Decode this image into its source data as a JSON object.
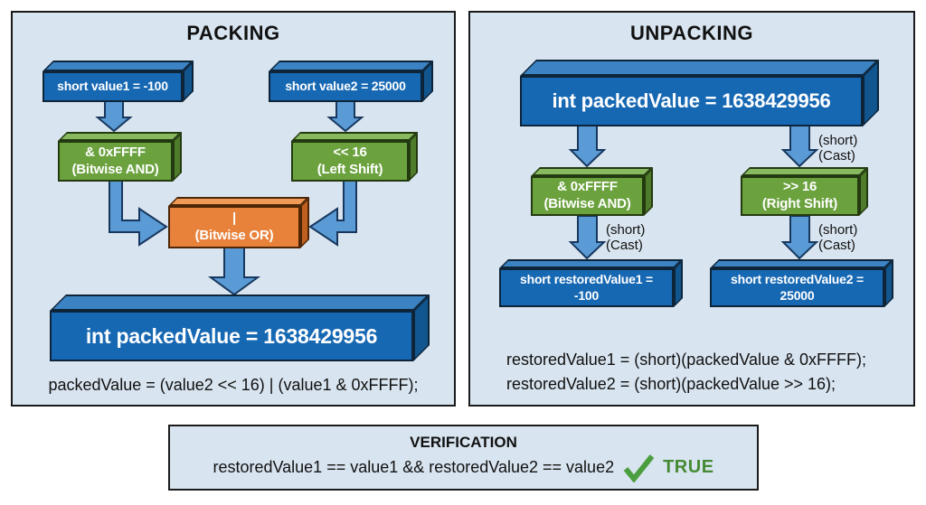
{
  "packing": {
    "title": "PACKING",
    "box_value1": "short value1 = -100",
    "box_value2": "short value2 = 25000",
    "op_and": {
      "line1": "& 0xFFFF",
      "line2": "(Bitwise AND)"
    },
    "op_shift": {
      "line1": "<< 16",
      "line2": "(Left Shift)"
    },
    "op_or": {
      "line1": "|",
      "line2": "(Bitwise OR)"
    },
    "box_packed": "int packedValue = 1638429956",
    "code": "packedValue = (value2 << 16) | (value1 & 0xFFFF);"
  },
  "unpacking": {
    "title": "UNPACKING",
    "box_packed": "int packedValue = 1638429956",
    "op_and": {
      "line1": "& 0xFFFF",
      "line2": "(Bitwise AND)"
    },
    "op_shift": {
      "line1": ">> 16",
      "line2": "(Right Shift)"
    },
    "cast": {
      "line1": "(short)",
      "line2": "(Cast)"
    },
    "box_restored1": {
      "line1": "short restoredValue1 =",
      "line2": "-100"
    },
    "box_restored2": {
      "line1": "short restoredValue2 =",
      "line2": "25000"
    },
    "code1": "restoredValue1 = (short)(packedValue & 0xFFFF);",
    "code2": "restoredValue2 = (short)(packedValue >> 16);"
  },
  "verification": {
    "title": "VERIFICATION",
    "expression": "restoredValue1 == value1 && restoredValue2 == value2",
    "result": "TRUE"
  },
  "colors": {
    "panel_background": "#d8e4ef",
    "box_blue": "#1768b3",
    "box_green": "#6ba23e",
    "box_orange": "#e8813a",
    "arrow_fill": "#5b9bd5",
    "arrow_outline": "#17375e",
    "check_green": "#4a9e3f",
    "true_text": "#458a35"
  }
}
